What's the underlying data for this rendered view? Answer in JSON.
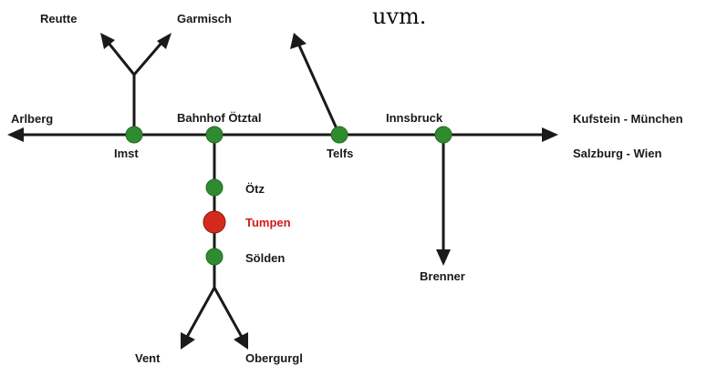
{
  "note": "uvm.",
  "destinations": {
    "reutte": "Reutte",
    "garmisch": "Garmisch",
    "arlberg": "Arlberg",
    "kufstein_muenchen": "Kufstein -  München",
    "salzburg_wien": "Salzburg - Wien",
    "brenner": "Brenner",
    "vent": "Vent",
    "obergurgl": "Obergurgl"
  },
  "stations": {
    "imst": "Imst",
    "bahnhof_oetztal": "Bahnhof Ötztal",
    "telfs": "Telfs",
    "innsbruck": "Innsbruck",
    "oetz": "Ötz",
    "tumpen": "Tumpen",
    "soelden": "Sölden"
  },
  "colors": {
    "station": "#2e8b2e",
    "highlight_station": "#d42a1e",
    "line": "#1a1a1a",
    "highlight_text": "#d21a1a"
  }
}
